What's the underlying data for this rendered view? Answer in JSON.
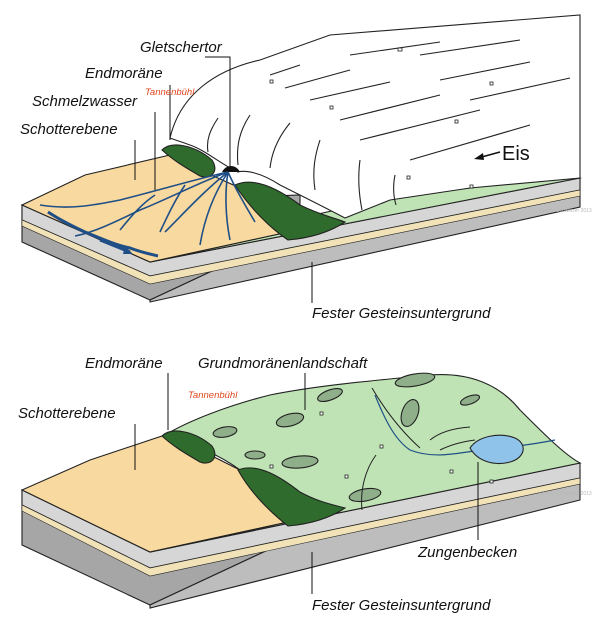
{
  "top_diagram": {
    "labels": {
      "gletschertor": "Gletschertor",
      "endmoraene": "Endmoräne",
      "tannenbuehl": "Tannenbühl",
      "schmelzwasser": "Schmelzwasser",
      "schotterebene": "Schotterebene",
      "eis": "Eis",
      "bedrock": "Fester Gesteinsuntergrund",
      "credit": "Grafik: Schweizer 2013"
    }
  },
  "bottom_diagram": {
    "labels": {
      "endmoraene": "Endmoräne",
      "grundmoraenenlandschaft": "Grundmoränenlandschaft",
      "tannenbuehl": "Tannenbühl",
      "schotterebene": "Schotterebene",
      "zungenbecken": "Zungenbecken",
      "bedrock": "Fester Gesteinsuntergrund",
      "credit": "Grafik: Schweizer 2013"
    }
  },
  "colors": {
    "sand": "#f8d9a0",
    "ice": "#ffffff",
    "moraine": "#2f6b2c",
    "meadow": "#bfe3b4",
    "bedrock_top": "#d6d6d6",
    "bedrock_side": "#a6a6a6",
    "river": "#1f4f86",
    "lake": "#8fc3ea",
    "hill": "#8fae8a",
    "accent": "#e0461c"
  }
}
